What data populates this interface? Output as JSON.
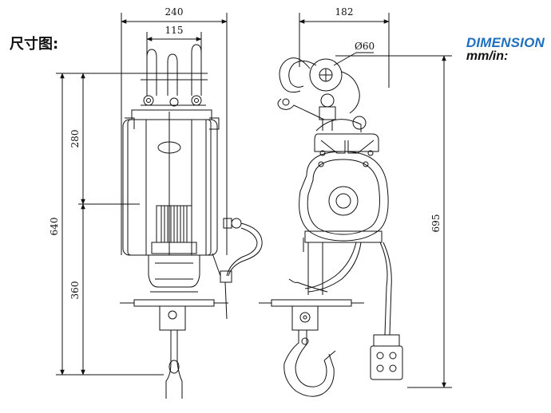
{
  "title_cn": "尺寸图:",
  "title_en": "DIMENSION",
  "units": "mm/in:",
  "front_view": {
    "width_total": "240",
    "width_hooks": "115",
    "height_total": "640",
    "height_upper": "280",
    "height_lower": "360"
  },
  "side_view": {
    "width_total": "182",
    "hook_diameter": "Ø60",
    "height_total": "695"
  }
}
